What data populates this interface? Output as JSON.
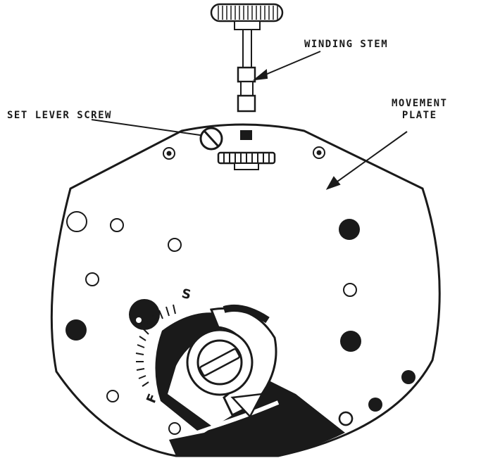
{
  "labels": {
    "winding_stem": "WINDING STEM",
    "set_lever_screw": "SET LEVER SCREW",
    "movement_plate_line1": "MOVEMENT",
    "movement_plate_line2": "PLATE"
  },
  "regulator_marks": {
    "slow": "S",
    "fast": "F"
  },
  "colors": {
    "ink": "#1a1a1a",
    "paper": "#ffffff"
  }
}
